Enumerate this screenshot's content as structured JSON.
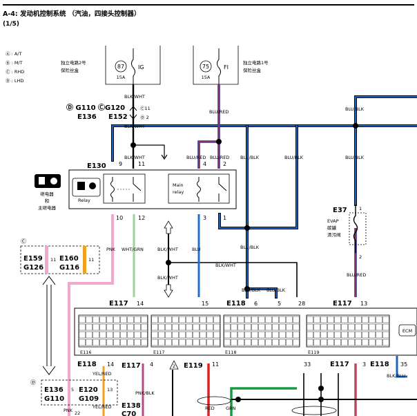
{
  "header": {
    "title": "A-4: 发动机控制系统 （汽油，四接头控制器）",
    "page": "(1/5)"
  },
  "legend": [
    "Ⓐ : A/T",
    "Ⓑ : M/T",
    "Ⓒ : RHD",
    "Ⓓ : LHD"
  ],
  "fuses": [
    {
      "num": "87",
      "amp": "15A",
      "name": "IG",
      "desc": [
        "独立电路2号",
        "保险丝盒"
      ]
    },
    {
      "num": "75",
      "amp": "15A",
      "name": "FI",
      "desc": [
        "独立电路1号",
        "保险丝盒"
      ]
    }
  ],
  "wire_labels": {
    "blk_wht": "BLK/WHT",
    "blu_red": "BLU/RED",
    "blu_blk": "BLU/BLK",
    "pnk": "PNK",
    "wht_grn": "WHT/GRN",
    "blu": "BLU",
    "yel_red": "YEL/RED",
    "pnk_blk": "PNK/BLK",
    "blk_blu": "BLK/BLU",
    "red": "RED",
    "grn": "GRN"
  },
  "grounds": {
    "g110": "Ⓓ G110",
    "g120": "ⒸG120",
    "e136": "E136",
    "e152": "E152",
    "pin11": "Ⓒ11",
    "pin2": "Ⓓ 2"
  },
  "relay_block": {
    "conn": "E130",
    "pins_top": [
      "9",
      "11",
      "4",
      "2"
    ],
    "pins_bottom": [
      "10",
      "12",
      "3",
      "1"
    ],
    "relay_label": "Relay",
    "main_relay": [
      "Main",
      "relay"
    ],
    "desc": [
      "继电器",
      "和",
      "主继电器"
    ]
  },
  "evap": {
    "conn": "E37",
    "pin_top": "1",
    "pin_bottom": "2",
    "desc": [
      "EVAP",
      "碳罐",
      "清污阀"
    ]
  },
  "ecm": {
    "label": "ECM",
    "conns": [
      {
        "name": "E117",
        "pin": "14"
      },
      {
        "name": "",
        "pin": "15"
      },
      {
        "name": "E118",
        "pin": "6"
      },
      {
        "name": "",
        "pin": "5"
      },
      {
        "name": "",
        "pin": "28"
      },
      {
        "name": "E117",
        "pin": "13"
      }
    ],
    "blocks": [
      "E116",
      "E117",
      "E118",
      "E119"
    ]
  },
  "rhd": {
    "marker": "Ⓒ",
    "c1": "E159",
    "c1b": "G126",
    "p1": "11",
    "c2": "E160",
    "c2b": "G116",
    "p2": "11"
  },
  "lhd": {
    "marker": "Ⓓ",
    "c1": "E136",
    "c1b": "G110",
    "p1": "5",
    "c2": "E120",
    "c2b": "G109",
    "p2": "13",
    "p3": "22"
  },
  "lower": {
    "e118a": "E118",
    "p14": "14",
    "e117a": "E117",
    "p4": "4",
    "e119": "E119",
    "p11": "11",
    "p33": "33",
    "e117b": "E117",
    "p3": "3",
    "e118b": "E118",
    "p35": "35",
    "e138": "E138",
    "c70": "C70",
    "up2": "2"
  }
}
